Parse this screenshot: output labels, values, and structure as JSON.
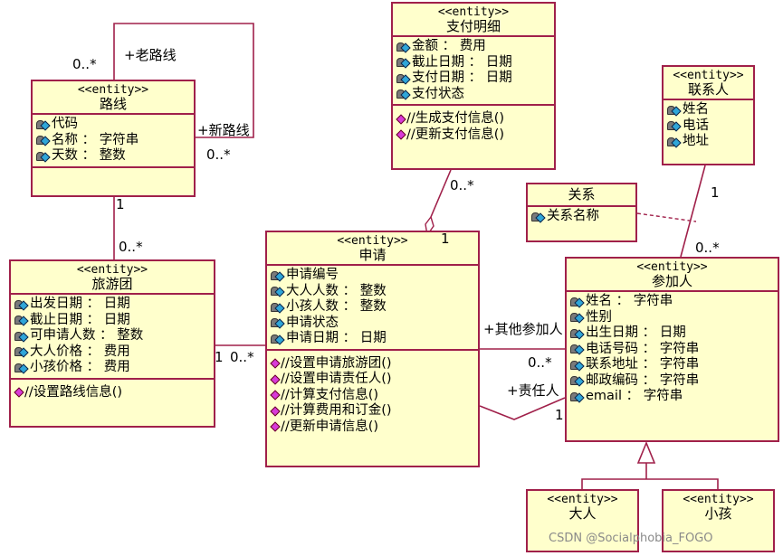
{
  "classes": {
    "route": {
      "stereotype": "<<entity>>",
      "name": "路线",
      "attrs": [
        "代码",
        "名称 ： 字符串",
        "天数 ： 整数"
      ],
      "ops": []
    },
    "payment": {
      "stereotype": "<<entity>>",
      "name": "支付明细",
      "attrs": [
        "金额 ： 费用",
        "截止日期 ： 日期",
        "支付日期 ： 日期",
        "支付状态"
      ],
      "ops": [
        "//生成支付信息()",
        "//更新支付信息()"
      ]
    },
    "contact": {
      "stereotype": "<<entity>>",
      "name": "联系人",
      "attrs": [
        "姓名",
        "电话",
        "地址"
      ],
      "ops": []
    },
    "relation": {
      "name": "关系",
      "attrs": [
        "关系名称"
      ]
    },
    "tour": {
      "stereotype": "<<entity>>",
      "name": "旅游团",
      "attrs": [
        "出发日期 ： 日期",
        "截止日期 ： 日期",
        "可申请人数 ： 整数",
        "大人价格 ： 费用",
        "小孩价格 ： 费用"
      ],
      "ops": [
        "//设置路线信息()"
      ]
    },
    "application": {
      "stereotype": "<<entity>>",
      "name": "申请",
      "attrs": [
        "申请编号",
        "大人人数 ： 整数",
        "小孩人数 ： 整数",
        "申请状态",
        "申请日期 ： 日期"
      ],
      "ops": [
        "//设置申请旅游团()",
        "//设置申请责任人()",
        "//计算支付信息()",
        "//计算费用和订金()",
        "//更新申请信息()"
      ]
    },
    "participant": {
      "stereotype": "<<entity>>",
      "name": "参加人",
      "attrs": [
        "姓名 ： 字符串",
        "性别",
        "出生日期 ： 日期",
        "电话号码 ： 字符串",
        "联系地址 ： 字符串",
        "邮政编码 ： 字符串",
        "email ： 字符串"
      ],
      "ops": []
    },
    "adult": {
      "stereotype": "<<entity>>",
      "name": "大人"
    },
    "child": {
      "stereotype": "<<entity>>",
      "name": "小孩"
    }
  },
  "labels": {
    "old_route": "+老路线",
    "new_route": "+新路线",
    "mult_old": "0..*",
    "mult_new": "0..*",
    "route_one": "1",
    "tour_many": "0..*",
    "tour_one": "1",
    "app_many": "0..*",
    "pay_many": "0..*",
    "app_one": "1",
    "contact_one": "1",
    "part_many": "0..*",
    "other_participants": "+其他参加人",
    "other_many": "0..*",
    "responsible": "+责任人",
    "resp_one": "1"
  },
  "watermark": "CSDN @Socialphobia_FOGO",
  "colors": {
    "border": "#a0204a",
    "fill": "#ffffcc",
    "line": "#a0204a",
    "dash": "#a0204a"
  }
}
